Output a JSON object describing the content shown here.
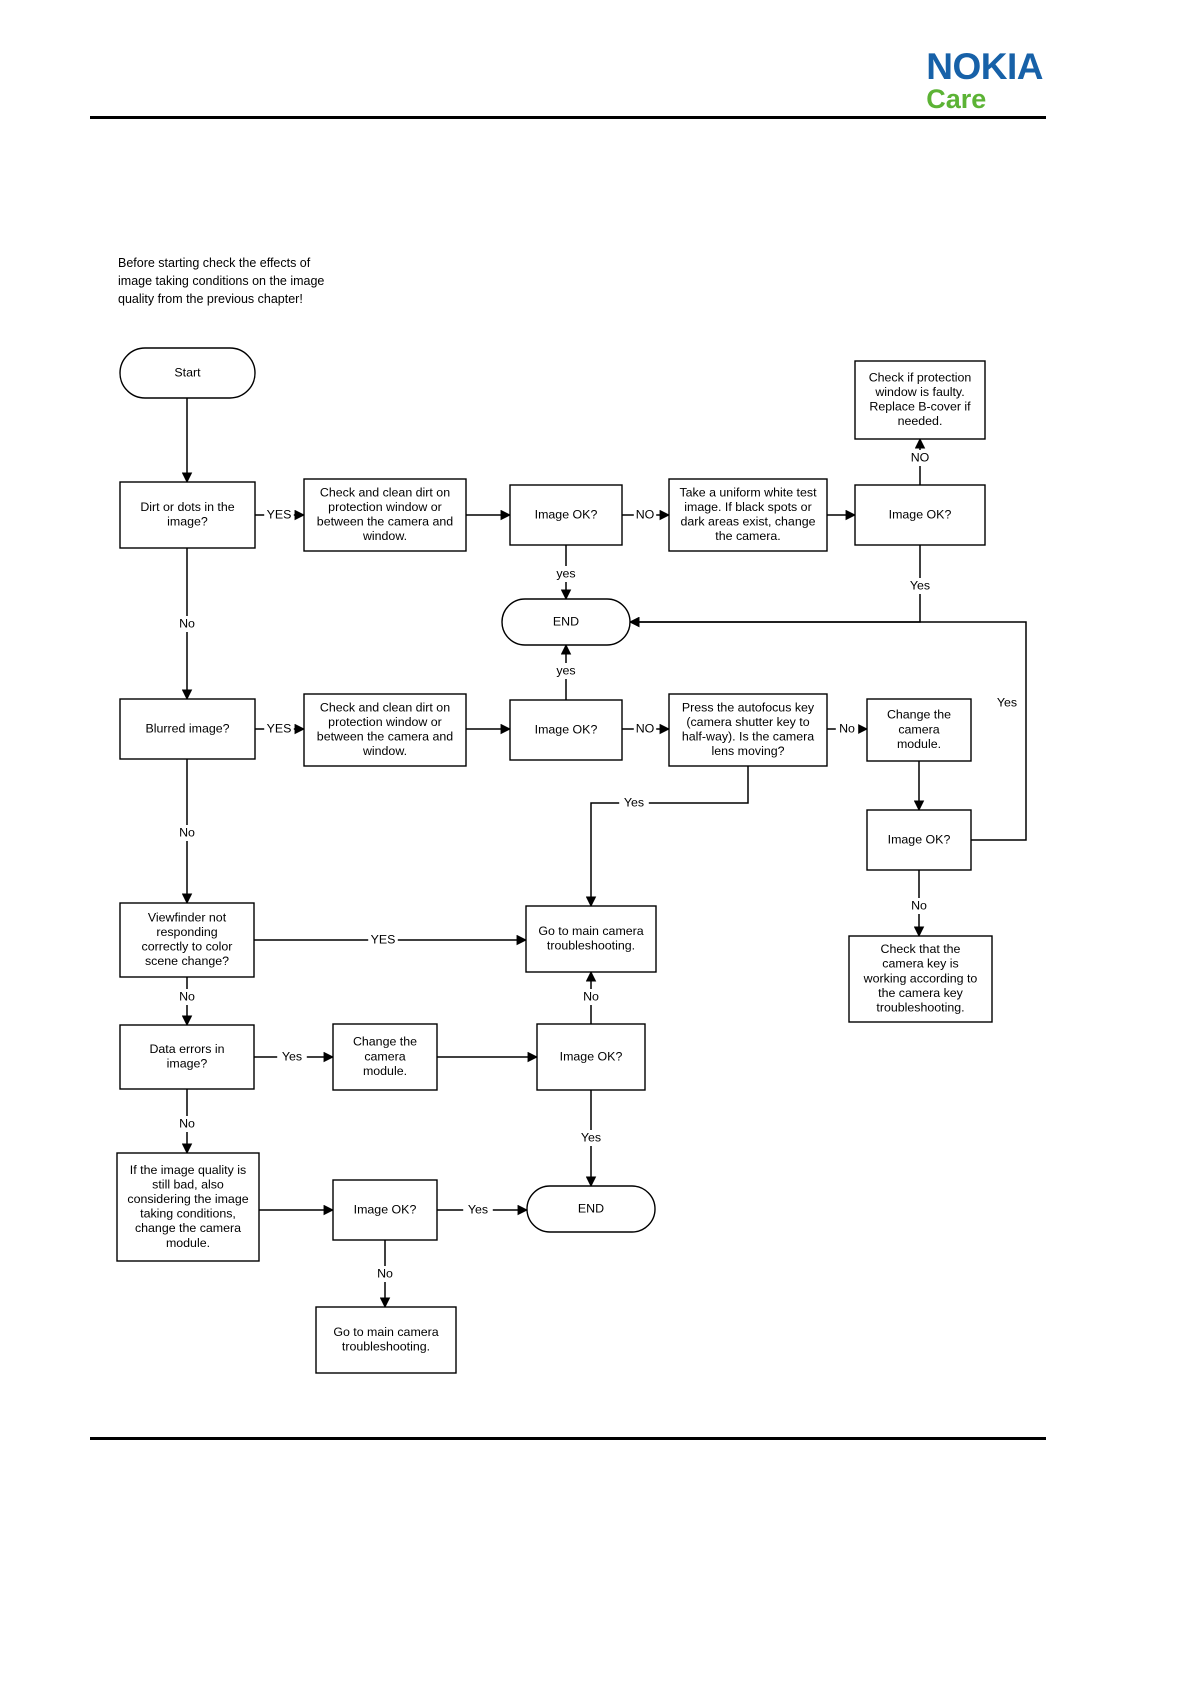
{
  "header": {
    "brand_primary": "NOKIA",
    "brand_secondary": "Care",
    "brand_primary_color": "#1761A8",
    "brand_secondary_color": "#5CB335"
  },
  "intro": {
    "line1": "Before starting check the effects of",
    "line2": "image taking conditions on the image",
    "line3": "quality from the previous chapter!"
  },
  "chart_data": {
    "type": "diagram",
    "title": "Camera image quality troubleshooting flowchart",
    "nodes": [
      {
        "id": "start",
        "shape": "terminator",
        "lines": [
          "Start"
        ]
      },
      {
        "id": "dirt",
        "shape": "process",
        "lines": [
          "Dirt or dots in the",
          "image?"
        ]
      },
      {
        "id": "clean1",
        "shape": "process",
        "lines": [
          "Check and clean dirt on",
          "protection window or",
          "between the camera and",
          "window."
        ]
      },
      {
        "id": "ok1",
        "shape": "process",
        "lines": [
          "Image OK?"
        ]
      },
      {
        "id": "white",
        "shape": "process",
        "lines": [
          "Take a uniform white test",
          "image. If black spots or",
          "dark areas exist, change",
          "the camera."
        ]
      },
      {
        "id": "ok2",
        "shape": "process",
        "lines": [
          "Image OK?"
        ]
      },
      {
        "id": "protwin",
        "shape": "process",
        "lines": [
          "Check if protection",
          "window is faulty.",
          "Replace B-cover if",
          "needed."
        ]
      },
      {
        "id": "end1",
        "shape": "terminator",
        "lines": [
          "END"
        ]
      },
      {
        "id": "blurred",
        "shape": "process",
        "lines": [
          "Blurred image?"
        ]
      },
      {
        "id": "clean2",
        "shape": "process",
        "lines": [
          "Check and clean dirt on",
          "protection window or",
          "between the camera and",
          "window."
        ]
      },
      {
        "id": "ok3",
        "shape": "process",
        "lines": [
          "Image OK?"
        ]
      },
      {
        "id": "autofocus",
        "shape": "process",
        "lines": [
          "Press the autofocus key",
          "(camera shutter key to",
          "half-way). Is the camera",
          "lens moving?"
        ]
      },
      {
        "id": "changecam1",
        "shape": "process",
        "lines": [
          "Change the",
          "camera",
          "module."
        ]
      },
      {
        "id": "ok4",
        "shape": "process",
        "lines": [
          "Image OK?"
        ]
      },
      {
        "id": "camkey",
        "shape": "process",
        "lines": [
          "Check that the",
          "camera key is",
          "working according to",
          "the camera key",
          "troubleshooting."
        ]
      },
      {
        "id": "viewfinder",
        "shape": "process",
        "lines": [
          "Viewfinder not",
          "responding",
          "correctly to color",
          "scene change?"
        ]
      },
      {
        "id": "maincam1",
        "shape": "process",
        "lines": [
          "Go to main camera",
          "troubleshooting."
        ]
      },
      {
        "id": "dataerr",
        "shape": "process",
        "lines": [
          "Data errors in",
          "image?"
        ]
      },
      {
        "id": "changecam2",
        "shape": "process",
        "lines": [
          "Change the",
          "camera",
          "module."
        ]
      },
      {
        "id": "ok5",
        "shape": "process",
        "lines": [
          "Image OK?"
        ]
      },
      {
        "id": "stillbad",
        "shape": "process",
        "lines": [
          "If the image quality is",
          "still bad, also",
          "considering the image",
          "taking conditions,",
          "change the camera",
          "module."
        ]
      },
      {
        "id": "ok6",
        "shape": "process",
        "lines": [
          "Image OK?"
        ]
      },
      {
        "id": "end2",
        "shape": "terminator",
        "lines": [
          "END"
        ]
      },
      {
        "id": "maincam2",
        "shape": "process",
        "lines": [
          "Go to main camera",
          "troubleshooting."
        ]
      }
    ],
    "edges": [
      {
        "from": "start",
        "to": "dirt",
        "label": ""
      },
      {
        "from": "dirt",
        "to": "clean1",
        "label": "YES"
      },
      {
        "from": "dirt",
        "to": "blurred",
        "label": "No"
      },
      {
        "from": "clean1",
        "to": "ok1",
        "label": ""
      },
      {
        "from": "ok1",
        "to": "end1",
        "label": "yes"
      },
      {
        "from": "ok1",
        "to": "white",
        "label": "NO"
      },
      {
        "from": "white",
        "to": "ok2",
        "label": ""
      },
      {
        "from": "ok2",
        "to": "protwin",
        "label": "NO"
      },
      {
        "from": "ok2",
        "to": "end1",
        "label": "Yes"
      },
      {
        "from": "blurred",
        "to": "clean2",
        "label": "YES"
      },
      {
        "from": "blurred",
        "to": "viewfinder",
        "label": "No"
      },
      {
        "from": "clean2",
        "to": "ok3",
        "label": ""
      },
      {
        "from": "ok3",
        "to": "end1",
        "label": "yes"
      },
      {
        "from": "ok3",
        "to": "autofocus",
        "label": "NO"
      },
      {
        "from": "autofocus",
        "to": "changecam1",
        "label": "No"
      },
      {
        "from": "autofocus",
        "to": "maincam1",
        "label": "Yes"
      },
      {
        "from": "changecam1",
        "to": "ok4",
        "label": ""
      },
      {
        "from": "ok4",
        "to": "end1",
        "label": "Yes"
      },
      {
        "from": "ok4",
        "to": "camkey",
        "label": "No"
      },
      {
        "from": "viewfinder",
        "to": "maincam1",
        "label": "YES"
      },
      {
        "from": "viewfinder",
        "to": "dataerr",
        "label": "No"
      },
      {
        "from": "dataerr",
        "to": "changecam2",
        "label": "Yes"
      },
      {
        "from": "dataerr",
        "to": "stillbad",
        "label": "No"
      },
      {
        "from": "changecam2",
        "to": "ok5",
        "label": ""
      },
      {
        "from": "ok5",
        "to": "maincam1",
        "label": "No"
      },
      {
        "from": "ok5",
        "to": "end2",
        "label": "Yes"
      },
      {
        "from": "stillbad",
        "to": "ok6",
        "label": ""
      },
      {
        "from": "ok6",
        "to": "end2",
        "label": "Yes"
      },
      {
        "from": "ok6",
        "to": "maincam2",
        "label": "No"
      }
    ]
  }
}
